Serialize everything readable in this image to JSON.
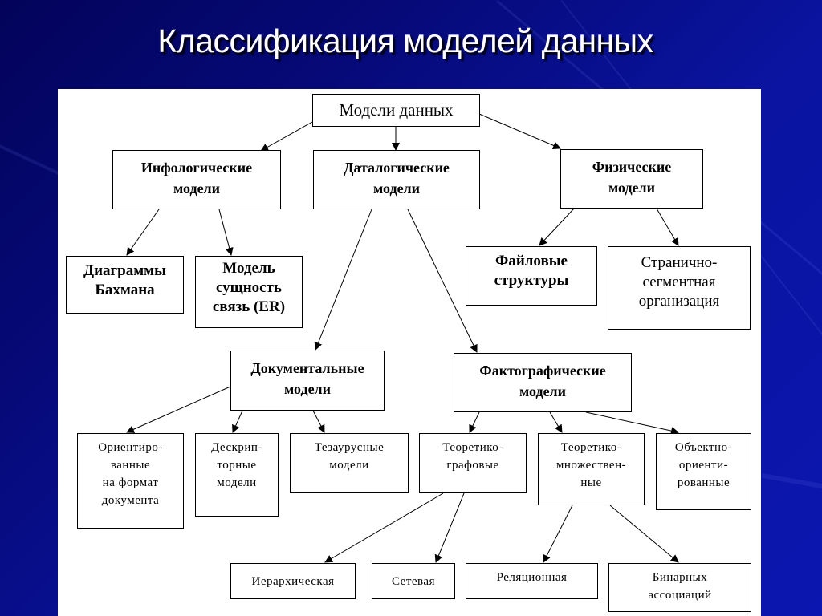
{
  "slide": {
    "title": "Классификация моделей данных",
    "colors": {
      "background": "#0a14a0",
      "panel": "#ffffff",
      "line": "#000000",
      "title_text": "#ffffff"
    }
  },
  "diagram": {
    "nodes": {
      "root": "Модели данных",
      "infological": "Инфологические\nмодели",
      "datalogical": "Даталогические\nмодели",
      "physical": "Физические\nмодели",
      "bachman": "Диаграммы\nБахмана",
      "er": "Модель\nсущность\nсвязь (ER)",
      "file_structures": "Файловые\nструктуры",
      "page_segment": "Странично-\nсегментная\nорганизация",
      "documentary": "Документальные\nмодели",
      "factographic": "Фактографические\nмодели",
      "format_oriented": "Ориентиро-\nванные\nна формат\nдокумента",
      "descriptor": "Дескрип-\nторные\nмодели",
      "thesaurus": "Тезаурусные\nмодели",
      "graph_theoretic": "Теоретико-\nграфовые",
      "set_theoretic": "Теоретико-\nмножествен-\nные",
      "object_oriented": "Объектно-\nориенти-\nрованные",
      "hierarchical": "Иерархическая",
      "network": "Сетевая",
      "relational": "Реляционная",
      "binary_assoc": "Бинарных\nассоциаций"
    },
    "edges": [
      [
        "root",
        "infological"
      ],
      [
        "root",
        "datalogical"
      ],
      [
        "root",
        "physical"
      ],
      [
        "infological",
        "bachman"
      ],
      [
        "infological",
        "er"
      ],
      [
        "physical",
        "file_structures"
      ],
      [
        "physical",
        "page_segment"
      ],
      [
        "datalogical",
        "documentary"
      ],
      [
        "datalogical",
        "factographic"
      ],
      [
        "documentary",
        "format_oriented"
      ],
      [
        "documentary",
        "descriptor"
      ],
      [
        "documentary",
        "thesaurus"
      ],
      [
        "factographic",
        "graph_theoretic"
      ],
      [
        "factographic",
        "set_theoretic"
      ],
      [
        "factographic",
        "object_oriented"
      ],
      [
        "graph_theoretic",
        "hierarchical"
      ],
      [
        "graph_theoretic",
        "network"
      ],
      [
        "set_theoretic",
        "relational"
      ],
      [
        "set_theoretic",
        "binary_assoc"
      ]
    ]
  }
}
